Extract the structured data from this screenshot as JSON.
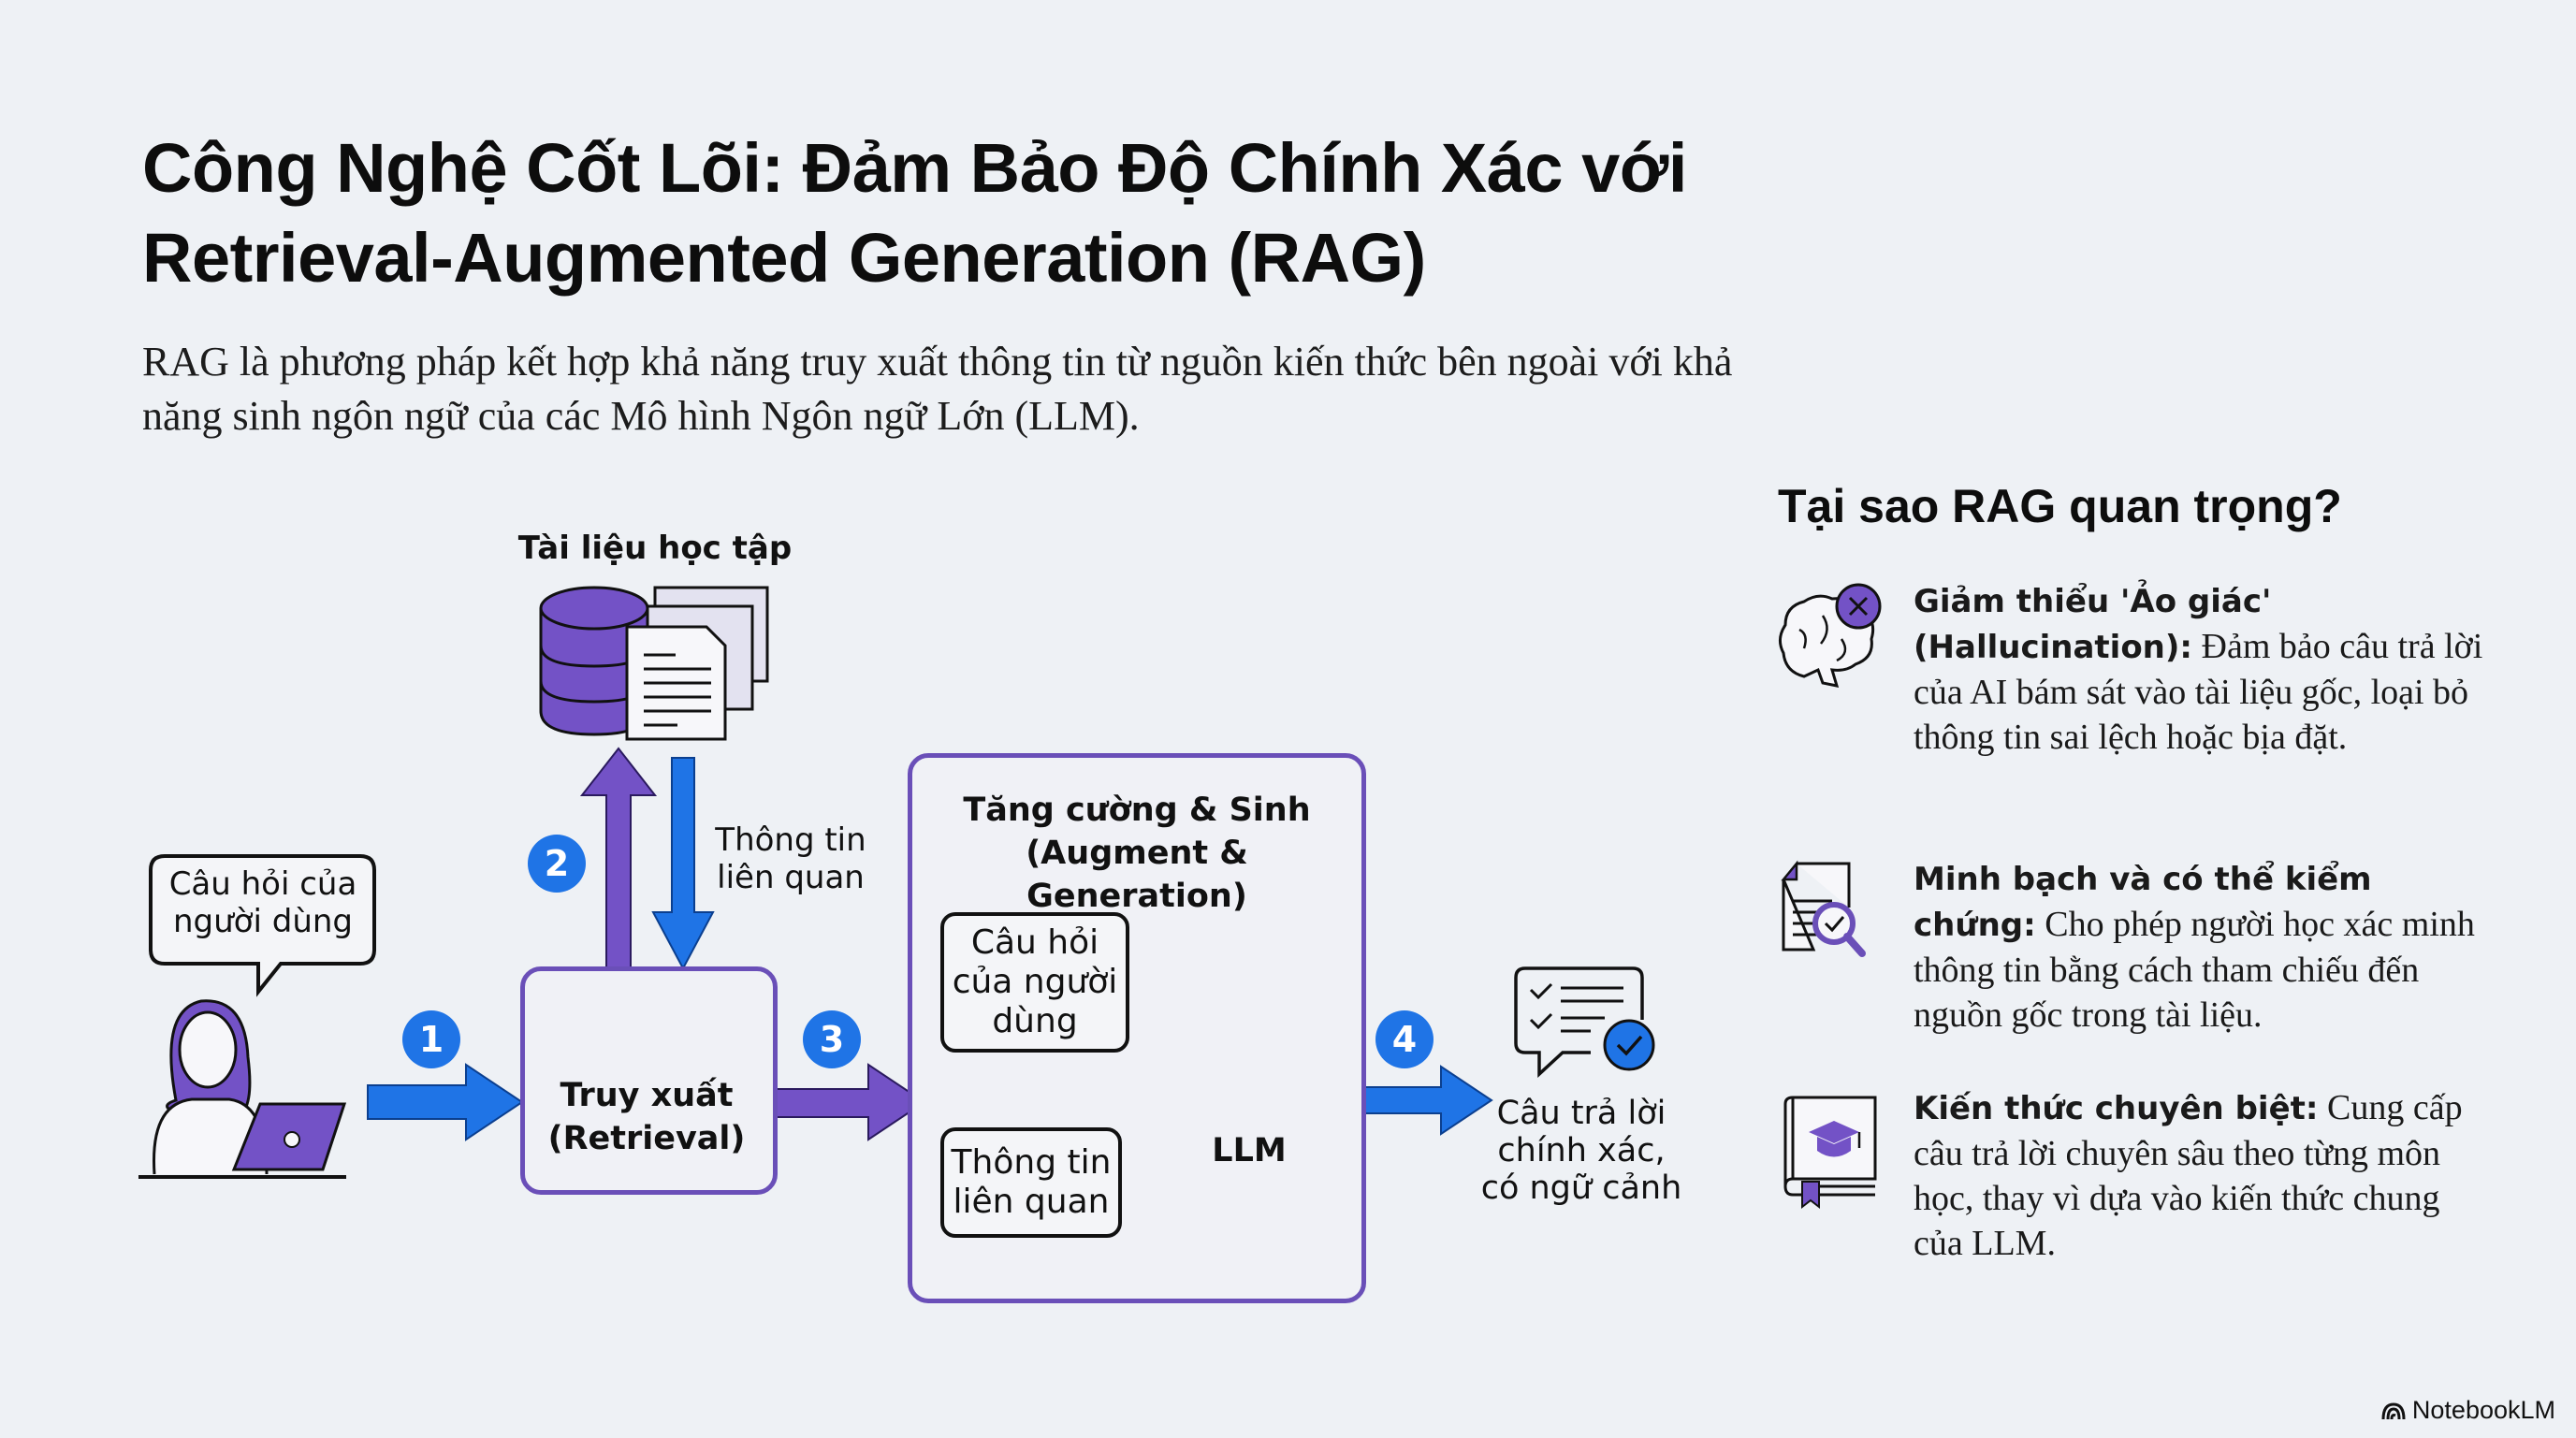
{
  "title": "Công Nghệ Cốt Lõi: Đảm Bảo Độ Chính Xác với Retrieval-Augmented Generation (RAG)",
  "subtitle": "RAG là phương pháp kết hợp khả năng truy xuất thông tin từ nguồn kiến thức bên ngoài với khả năng sinh ngôn ngữ của các Mô hình Ngôn ngữ Lớn (LLM).",
  "colors": {
    "background": "#eef1f5",
    "purple": "#6a4fb8",
    "blue": "#1f74e6",
    "text": "#111111"
  },
  "diagram": {
    "user_bubble": "Câu hỏi của người dùng",
    "knowledge_source_label": "Tài liệu học tập",
    "retrieval_box": "Truy xuất (Retrieval)",
    "relevant_info_label": "Thông tin liên quan",
    "augment_box_title": "Tăng cường & Sinh (Augment & Generation)",
    "augment_query_box": "Câu hỏi của người dùng",
    "augment_info_box": "Thông tin liên quan",
    "llm_label": "LLM",
    "answer_label": "Câu trả lời chính xác, có ngữ cảnh",
    "steps": [
      "1",
      "2",
      "3",
      "4"
    ],
    "icons": {
      "user": "user-at-laptop-icon",
      "database": "database-documents-icon",
      "search": "magnifier-icon",
      "brain": "brain-network-icon",
      "answer": "answer-checklist-icon"
    }
  },
  "why_rag": {
    "heading": "Tại sao RAG quan trọng?",
    "items": [
      {
        "icon": "brain-x-icon",
        "bold": "Giảm thiểu 'Ảo giác' (Hallucination):",
        "text": " Đảm bảo câu trả lời của AI bám sát vào tài liệu gốc, loại bỏ thông tin sai lệch hoặc bịa đặt."
      },
      {
        "icon": "document-verify-icon",
        "bold": "Minh bạch và có thể kiểm chứng:",
        "text": " Cho phép người học xác minh thông tin bằng cách tham chiếu đến nguồn gốc trong tài liệu."
      },
      {
        "icon": "book-graduation-icon",
        "bold": "Kiến thức chuyên biệt:",
        "text": " Cung cấp câu trả lời chuyên sâu theo từng môn học, thay vì dựa vào kiến thức chung của LLM."
      }
    ]
  },
  "brand": "NotebookLM"
}
